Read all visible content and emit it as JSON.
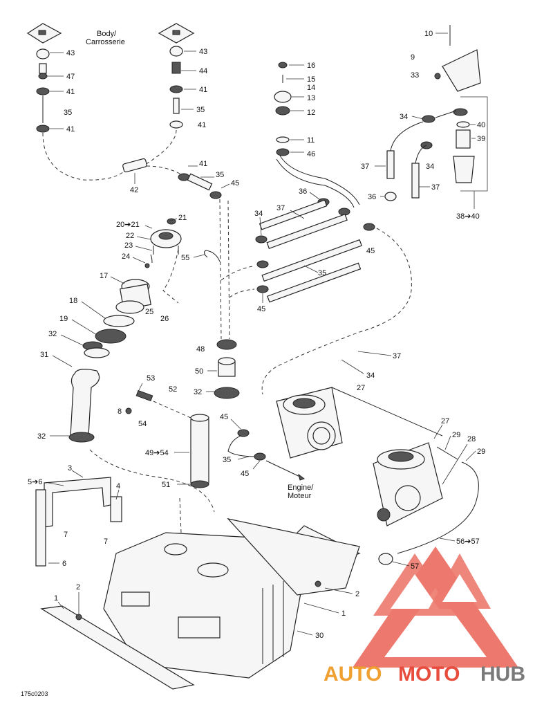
{
  "labels": {
    "body": "Body/",
    "carrosserie": "Carrosserie",
    "engine": "Engine/",
    "moteur": "Moteur",
    "figure_code": "175c0203"
  },
  "callouts": {
    "c10": "10",
    "c9": "9",
    "c33": "33",
    "c43a": "43",
    "c43b": "43",
    "c47": "47",
    "c44": "44",
    "c41a": "41",
    "c41b": "41",
    "c41c": "41",
    "c41d": "41",
    "c41e": "41",
    "c35a": "35",
    "c35b": "35",
    "c35c": "35",
    "c35d": "35",
    "c35e": "35",
    "c16": "16",
    "c15": "15",
    "c14": "14",
    "c13": "13",
    "c12": "12",
    "c11": "11",
    "c46": "46",
    "c34a": "34",
    "c34b": "34",
    "c34c": "34",
    "c34d": "34",
    "c40": "40",
    "c39": "39",
    "c37a": "37",
    "c37b": "37",
    "c37c": "37",
    "c37d": "37",
    "c36": "36",
    "c3840": "38➔40",
    "c42": "42",
    "c45a": "45",
    "c45b": "45",
    "c45c": "45",
    "c45d": "45",
    "c45e": "45",
    "c21": "21",
    "c2021": "20➔21",
    "c22": "22",
    "c23": "23",
    "c24": "24",
    "c55": "55",
    "c17": "17",
    "c18": "18",
    "c19": "19",
    "c25": "25",
    "c26": "26",
    "c32a": "32",
    "c32b": "32",
    "c32c": "32",
    "c31": "31",
    "c48": "48",
    "c50": "50",
    "c53": "53",
    "c52": "52",
    "c8": "8",
    "c54": "54",
    "c4954": "49➔54",
    "c51": "51",
    "c27a": "27",
    "c27b": "27",
    "c29a": "29",
    "c29b": "29",
    "c28": "28",
    "c56": "56➔57",
    "c57": "57",
    "c56b": "5➔6",
    "c3": "3",
    "c4": "4",
    "c7a": "7",
    "c7b": "7",
    "c6": "6",
    "c1a": "1",
    "c1b": "1",
    "c2a": "2",
    "c2b": "2",
    "c30": "30"
  },
  "watermark": {
    "part1": "AUTO",
    "part2": "MOTO",
    "part3": "HUB"
  },
  "colors": {
    "wm_red": "#e84c3d",
    "wm_orange": "#f0a030",
    "wm_gray": "#7a7a7a",
    "ink": "#222222"
  }
}
